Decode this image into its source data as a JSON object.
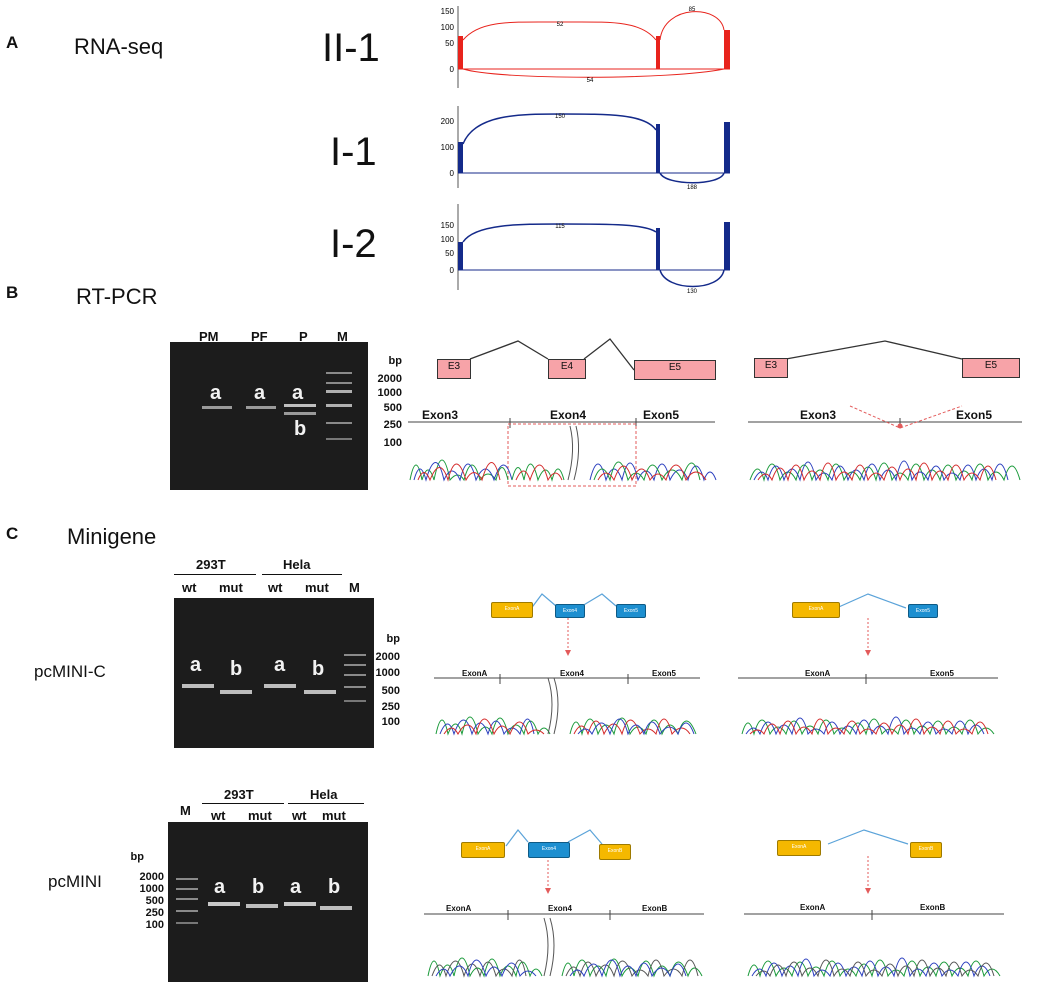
{
  "panel_a": {
    "letter": "A",
    "title": "RNA-seq",
    "tracks": [
      {
        "sample": "II-1",
        "color": "#e8231c",
        "ticks": [
          "150",
          "100",
          "50",
          "0"
        ],
        "arc_top": "52",
        "arc_small": "85",
        "arc_bottom": "54"
      },
      {
        "sample": "I-1",
        "color": "#142a8a",
        "ticks": [
          "200",
          "100",
          "0"
        ],
        "arc_top": "150",
        "arc_bottom": "188"
      },
      {
        "sample": "I-2",
        "color": "#142a8a",
        "ticks": [
          "150",
          "100",
          "50",
          "0"
        ],
        "arc_top": "115",
        "arc_bottom": "130"
      }
    ]
  },
  "panel_b": {
    "letter": "B",
    "title": "RT-PCR",
    "gel": {
      "lanes": [
        "PM",
        "PF",
        "P",
        "M"
      ],
      "bp_label": "bp",
      "ladder": [
        "2000",
        "1000",
        "500",
        "250",
        "100"
      ],
      "band_labels": [
        "a",
        "a",
        "a",
        "b"
      ]
    },
    "diagram_normal": {
      "exons": [
        "E3",
        "E4",
        "E5"
      ],
      "seq_labels": [
        "Exon3",
        "Exon4",
        "Exon5"
      ]
    },
    "diagram_skip": {
      "exons": [
        "E3",
        "E5"
      ],
      "seq_labels": [
        "Exon3",
        "Exon5"
      ]
    }
  },
  "panel_c": {
    "letter": "C",
    "title": "Minigene",
    "gel1": {
      "row_label": "pcMINI-C",
      "cell_lines": [
        "293T",
        "Hela"
      ],
      "lanes": [
        "wt",
        "mut",
        "wt",
        "mut",
        "M"
      ],
      "bp_label": "bp",
      "ladder": [
        "2000",
        "1000",
        "500",
        "250",
        "100"
      ],
      "band_labels": [
        "a",
        "b",
        "a",
        "b"
      ]
    },
    "gel2": {
      "row_label": "pcMINI",
      "cell_lines": [
        "293T",
        "Hela"
      ],
      "lanes": [
        "M",
        "wt",
        "mut",
        "wt",
        "mut"
      ],
      "bp_label": "bp",
      "ladder": [
        "2000",
        "1000",
        "500",
        "250",
        "100"
      ],
      "band_labels": [
        "a",
        "b",
        "a",
        "b"
      ]
    },
    "mini1_normal": {
      "exons": [
        "ExonA",
        "Exon4",
        "Exon5"
      ],
      "seq_labels": [
        "ExonA",
        "Exon4",
        "Exon5"
      ]
    },
    "mini1_skip": {
      "exons": [
        "ExonA",
        "Exon5"
      ],
      "seq_labels": [
        "ExonA",
        "Exon5"
      ]
    },
    "mini2_normal": {
      "exons": [
        "ExonA",
        "Exon4",
        "ExonB"
      ],
      "seq_labels": [
        "ExonA",
        "Exon4",
        "ExonB"
      ]
    },
    "mini2_skip": {
      "exons": [
        "ExonA",
        "ExonB"
      ],
      "seq_labels": [
        "ExonA",
        "ExonB"
      ]
    }
  },
  "colors": {
    "trace_red": "#e8231c",
    "trace_blue": "#142a8a",
    "exon_pink": "#f7a3a8",
    "exon_yellow": "#f5b800",
    "exon_blue": "#1d8fd0"
  }
}
